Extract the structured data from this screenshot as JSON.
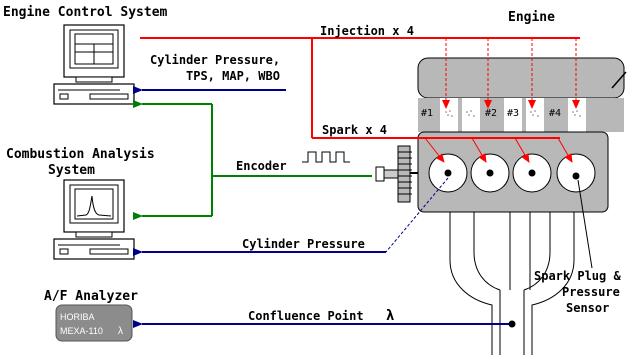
{
  "labels": {
    "ecs": "Engine Control System",
    "injection": "Injection x 4",
    "engine": "Engine",
    "cyl_pressure_1": "Cylinder Pressure,",
    "cyl_pressure_2": "TPS, MAP, WBO",
    "spark": "Spark x 4",
    "cas_1": "Combustion Analysis",
    "cas_2": "System",
    "encoder": "Encoder",
    "cylinder_pressure": "Cylinder Pressure",
    "spark_plug_1": "Spark Plug &",
    "spark_plug_2": "Pressure",
    "spark_plug_3": "Sensor",
    "af_analyzer": "A/F Analyzer",
    "confluence": "Confluence Point",
    "lambda": "λ"
  },
  "injectors": [
    "#1",
    "#2",
    "#3",
    "#4"
  ],
  "meter": {
    "brand": "HORIBA",
    "model": "MEXA-110",
    "symbol": "λ"
  },
  "colors": {
    "red": "#ff0000",
    "blue": "#00008b",
    "green": "#008000",
    "engine_gray": "#b8b8b8",
    "meter_gray": "#8c8c8c"
  }
}
